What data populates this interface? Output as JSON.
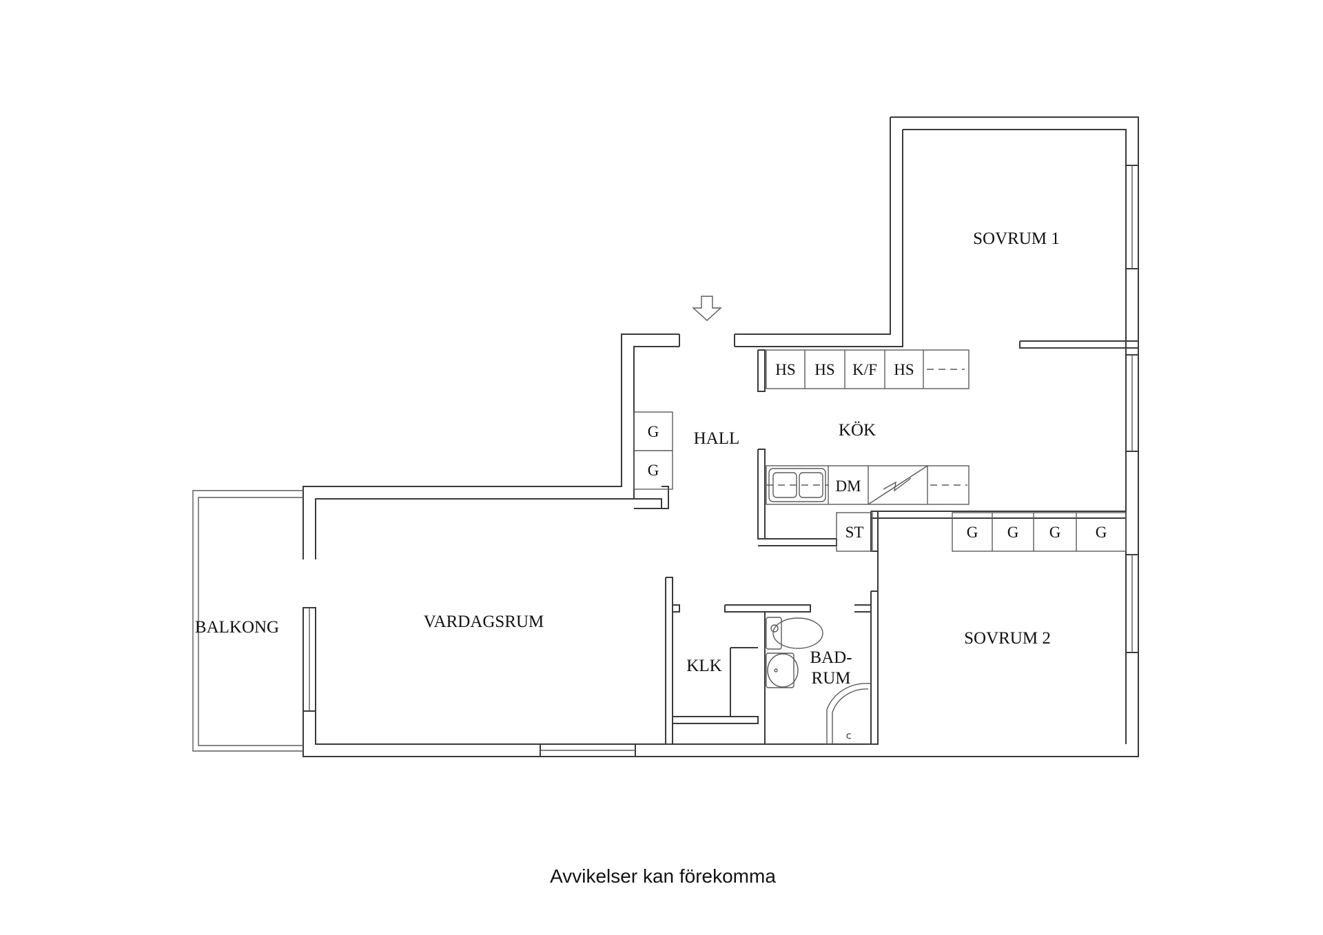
{
  "rooms": {
    "sovrum1": "SOVRUM 1",
    "sovrum2": "SOVRUM 2",
    "hall": "HALL",
    "kok": "KÖK",
    "vardagsrum": "VARDAGSRUM",
    "balkong": "BALKONG",
    "klk": "KLK",
    "badrum_line1": "BAD-",
    "badrum_line2": "RUM"
  },
  "fixtures": {
    "hs": "HS",
    "kf": "K/F",
    "g": "G",
    "dm": "DM",
    "st": "ST"
  },
  "caption": "Avvikelser kan förekomma"
}
